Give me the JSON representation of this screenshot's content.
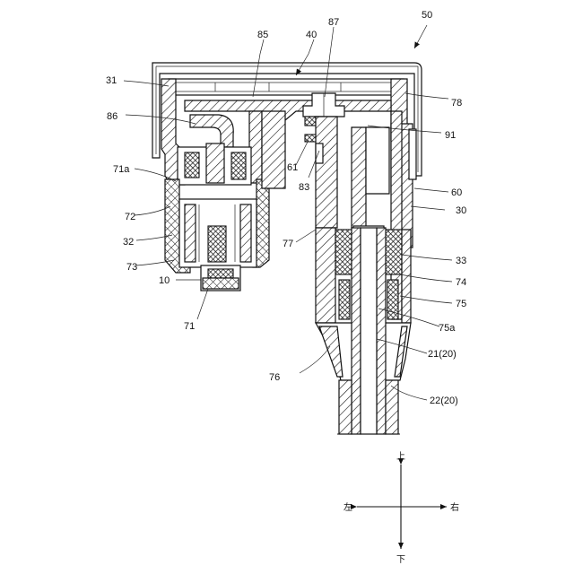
{
  "figure": {
    "labels": {
      "n50": "50",
      "n85": "85",
      "n40": "40",
      "n87": "87",
      "n31": "31",
      "n78": "78",
      "n86": "86",
      "n91": "91",
      "n71a": "71a",
      "n61": "61",
      "n83": "83",
      "n60": "60",
      "n72": "72",
      "n30": "30",
      "n32": "32",
      "n77": "77",
      "n33": "33",
      "n73": "73",
      "n74": "74",
      "n10": "10",
      "n75": "75",
      "n71": "71",
      "n75a": "75a",
      "n21": "21(20)",
      "n76": "76",
      "n22": "22(20)"
    },
    "directions": {
      "up": "上",
      "down": "下",
      "left": "左",
      "right": "右"
    }
  }
}
